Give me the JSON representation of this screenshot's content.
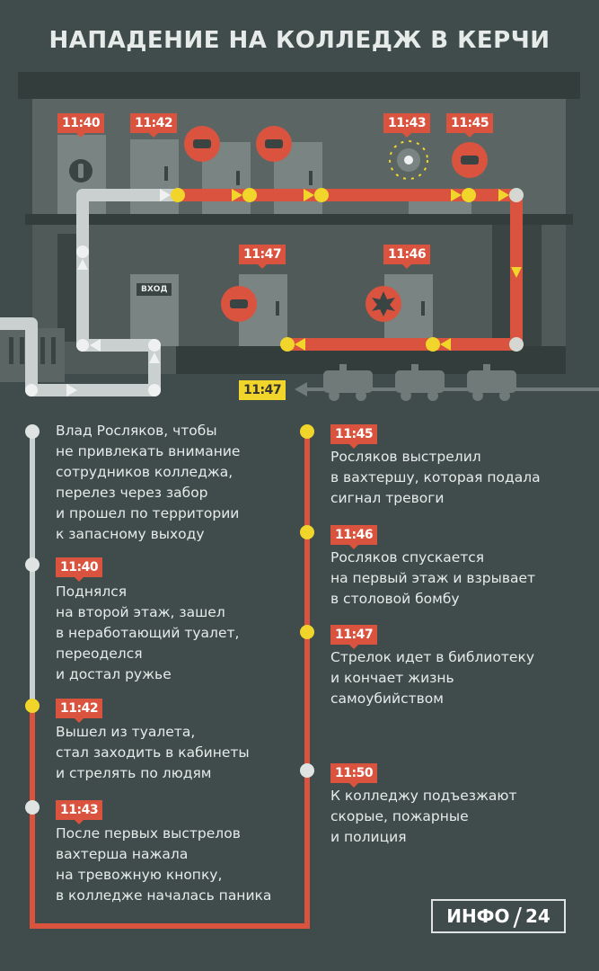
{
  "title": "НАПАДЕНИЕ НА КОЛЛЕДЖ В КЕРЧИ",
  "diagram": {
    "times": {
      "t1140": "11:40",
      "t1142": "11:42",
      "t1143": "11:43",
      "t1145": "11:45",
      "t1147a": "11:47",
      "t1146": "11:46",
      "t1147b": "11:47"
    },
    "entrance_label": "ВХОД",
    "icons": [
      "toilet-icon",
      "bullet-icon",
      "alarm-icon",
      "bomb-explosion-icon",
      "ambulance-icon"
    ],
    "colors": {
      "red": "#d9533f",
      "yellow": "#f2d52b",
      "gray_path": "#c9d0cf",
      "bg": "#3f4c4b"
    }
  },
  "timeline": {
    "left": [
      {
        "time": "",
        "text": "Влад Росляков, чтобы\nне привлекать внимание\nсотрудников колледжа,\nперелез через забор\nи прошел по территории\nк запасному выходу"
      },
      {
        "time": "11:40",
        "text": "Поднялся\nна второй этаж, зашел\nв неработающий туалет,\nпереоделся\nи достал ружье"
      },
      {
        "time": "11:42",
        "text": "Вышел из туалета,\nстал заходить в кабинеты\nи стрелять по людям"
      },
      {
        "time": "11:43",
        "text": "После первых выстрелов\nвахтерша нажала\nна тревожную кнопку,\nв колледже началась паника"
      }
    ],
    "right": [
      {
        "time": "11:45",
        "text": "Росляков выстрелил\nв вахтершу, которая подала\nсигнал тревоги"
      },
      {
        "time": "11:46",
        "text": "Росляков спускается\nна первый этаж и взрывает\nв столовой бомбу"
      },
      {
        "time": "11:47",
        "text": "Стрелок идет в библиотеку\nи кончает жизнь\nсамоубийством"
      },
      {
        "time": "11:50",
        "text": "К колледжу подъезжают\nскорые, пожарные\nи полиция"
      }
    ]
  },
  "logo": {
    "left": "ИНФО",
    "right": "24"
  }
}
